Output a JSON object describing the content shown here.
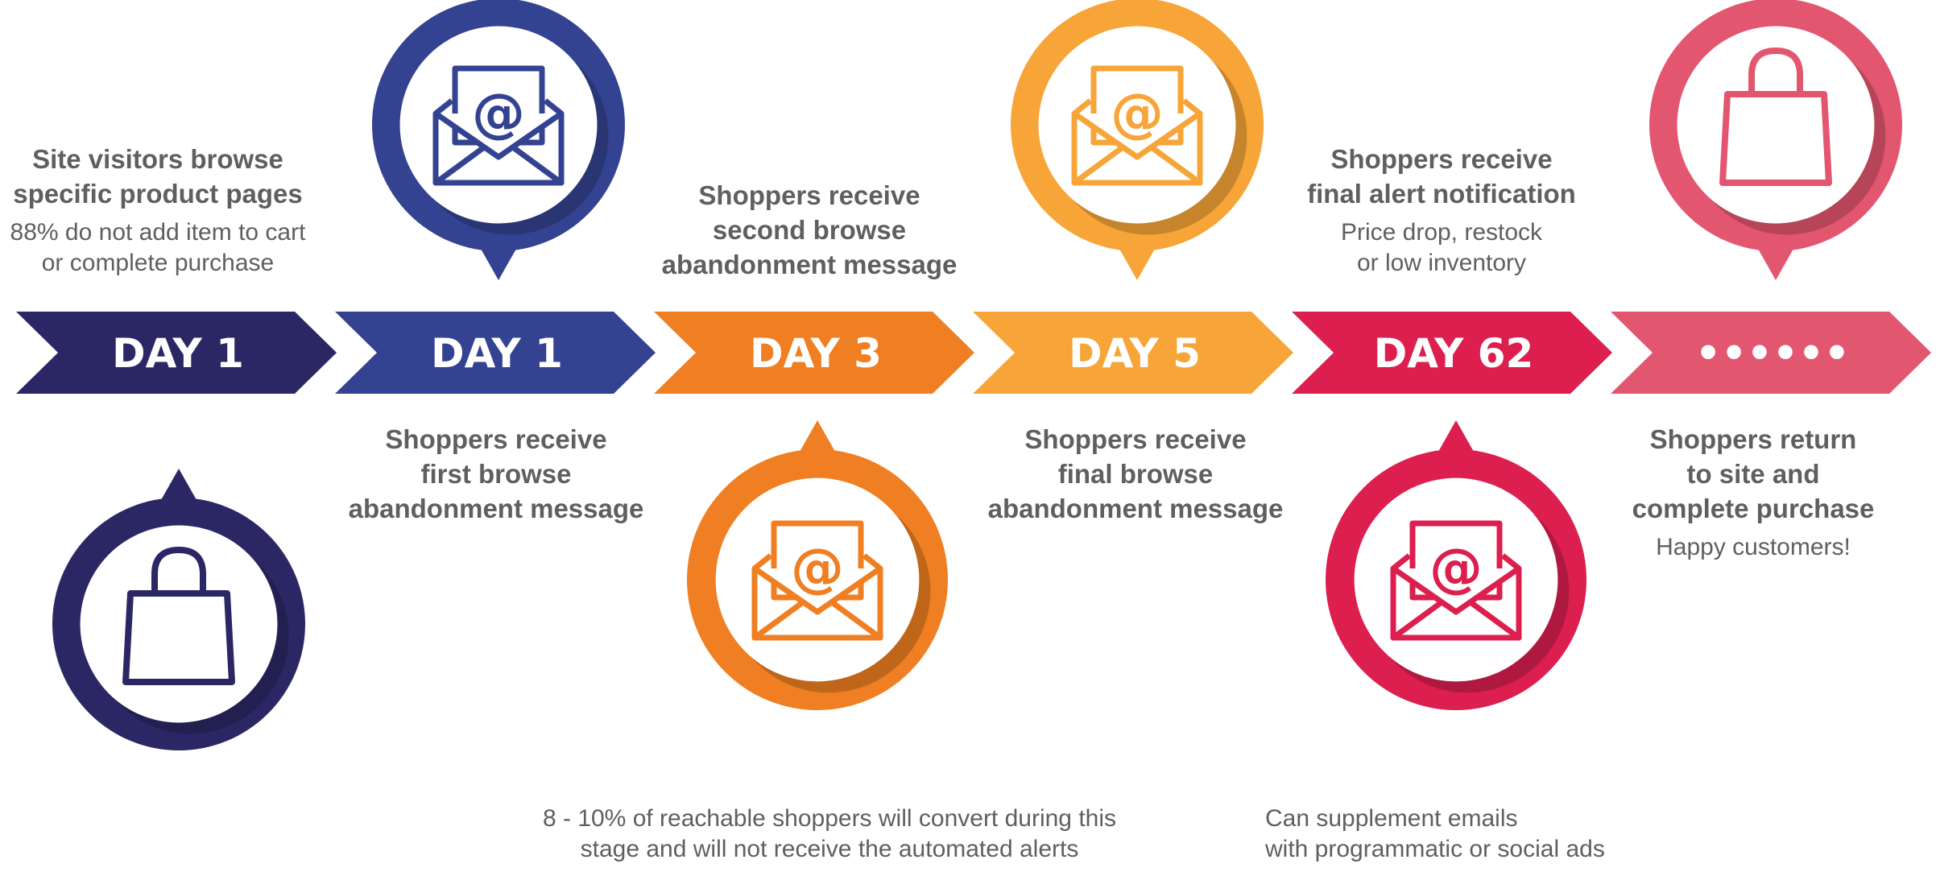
{
  "steps": [
    {
      "label": "DAY 1",
      "color": "#2b2765",
      "icon": "shopping-bag-icon",
      "title": "Site visitors browse\nspecific product pages",
      "subtitle": "88% do not add item to cart\nor complete purchase"
    },
    {
      "label": "DAY 1",
      "color": "#344391",
      "icon": "email-envelope-icon",
      "title": "Shoppers receive\nfirst browse\nabandonment message",
      "subtitle": ""
    },
    {
      "label": "DAY 3",
      "color": "#ef7f22",
      "icon": "email-envelope-icon",
      "title": "Shoppers receive\nsecond browse\nabandonment message",
      "subtitle": ""
    },
    {
      "label": "DAY 5",
      "color": "#f7a538",
      "icon": "email-envelope-icon",
      "title": "Shoppers receive\nfinal browse\nabandonment message",
      "subtitle": ""
    },
    {
      "label": "DAY 62",
      "color": "#dc1f4f",
      "icon": "email-envelope-icon",
      "title": "Shoppers receive\nfinal alert notification",
      "subtitle": "Price drop, restock\nor low inventory"
    },
    {
      "label": "••••••",
      "color": "#e3566f",
      "icon": "shopping-bag-icon",
      "title": "Shoppers return\nto site and\ncomplete purchase",
      "subtitle": "Happy customers!"
    }
  ],
  "notes": {
    "conversion": "8 - 10% of reachable shoppers will convert during this\nstage and will not receive the automated alerts",
    "supplement": "Can supplement emails\nwith programmatic or social ads"
  }
}
